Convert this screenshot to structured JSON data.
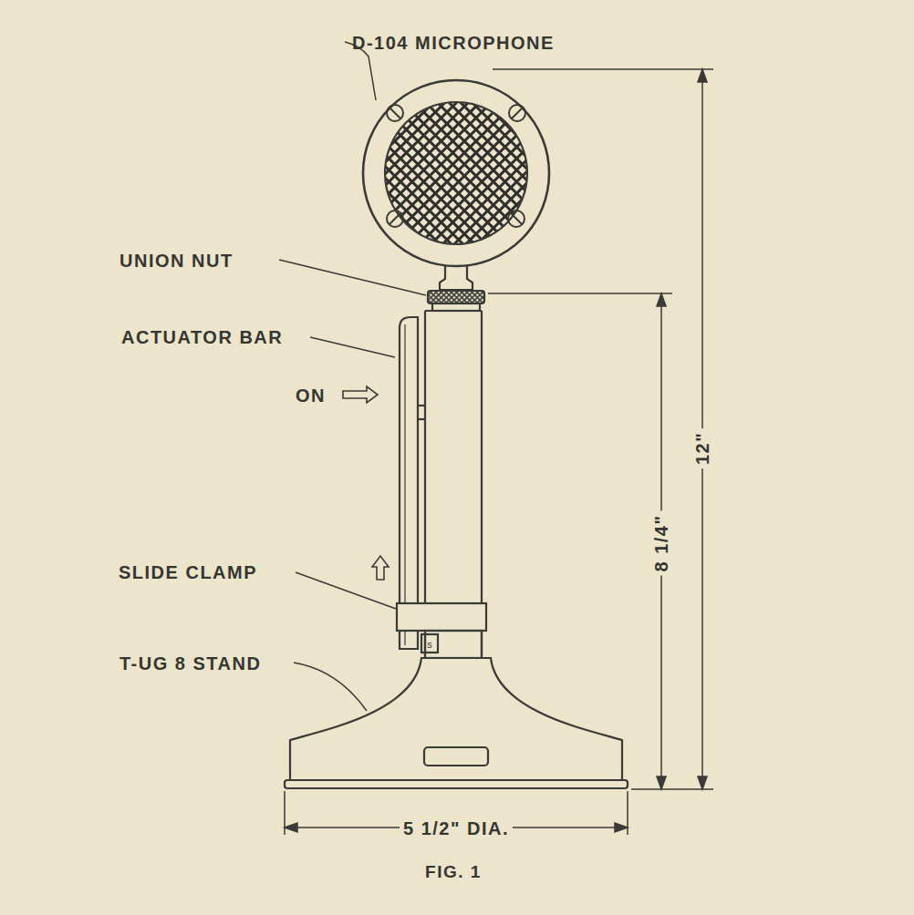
{
  "diagram": {
    "caption": "FIG. 1",
    "labels": [
      "D-104 MICROPHONE",
      "UNION NUT",
      "ACTUATOR BAR",
      "ON",
      "SLIDE CLAMP",
      "T-UG 8 STAND",
      "12\"",
      "8 1/4\"",
      "5 1/2\" DIA."
    ]
  }
}
